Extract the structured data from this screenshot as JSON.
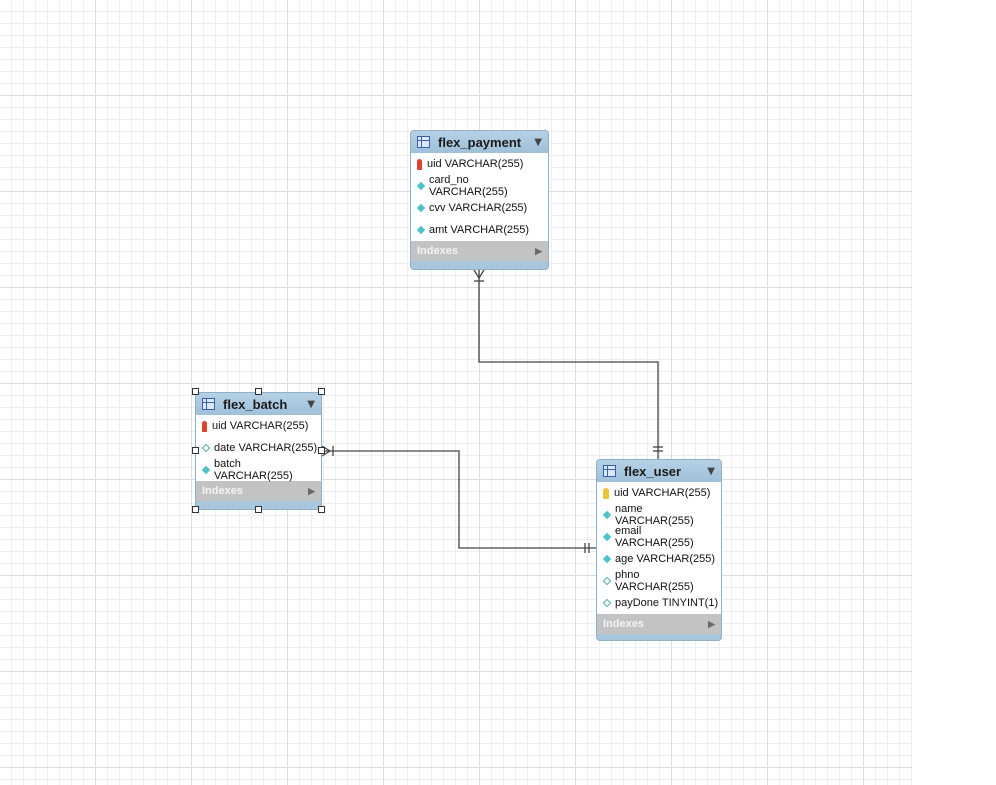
{
  "tables": {
    "flex_payment": {
      "name": "flex_payment",
      "columns": [
        {
          "key": "pk",
          "text": "uid VARCHAR(255)"
        },
        {
          "key": "filled",
          "text": "card_no VARCHAR(255)"
        },
        {
          "key": "filled",
          "text": "cvv VARCHAR(255)"
        },
        {
          "key": "filled",
          "text": "amt VARCHAR(255)"
        }
      ],
      "indexes_label": "Indexes"
    },
    "flex_batch": {
      "name": "flex_batch",
      "columns": [
        {
          "key": "pk",
          "text": "uid VARCHAR(255)"
        },
        {
          "key": "open",
          "text": "date VARCHAR(255)"
        },
        {
          "key": "filled",
          "text": "batch VARCHAR(255)"
        }
      ],
      "indexes_label": "Indexes"
    },
    "flex_user": {
      "name": "flex_user",
      "columns": [
        {
          "key": "pk-gold",
          "text": "uid VARCHAR(255)"
        },
        {
          "key": "filled",
          "text": "name VARCHAR(255)"
        },
        {
          "key": "filled",
          "text": "email VARCHAR(255)"
        },
        {
          "key": "filled",
          "text": "age VARCHAR(255)"
        },
        {
          "key": "open",
          "text": "phno VARCHAR(255)"
        },
        {
          "key": "open",
          "text": "payDone TINYINT(1)"
        }
      ],
      "indexes_label": "Indexes"
    }
  },
  "relationships": [
    {
      "from": "flex_user",
      "to": "flex_payment",
      "type": "one-to-many"
    },
    {
      "from": "flex_user",
      "to": "flex_batch",
      "type": "one-to-many"
    }
  ],
  "icons": {
    "table": "table-icon",
    "collapse": "collapse-arrow-icon",
    "primary_key": "key-icon",
    "column": "column-diamond-icon",
    "expand": "expand-triangle-icon"
  },
  "colors": {
    "header": "#a8c7dd",
    "indexes_bar": "#c3c3c3",
    "pk_red": "#d9442b",
    "pk_gold": "#e8c436",
    "column_diamond": "#4fc2c9"
  }
}
